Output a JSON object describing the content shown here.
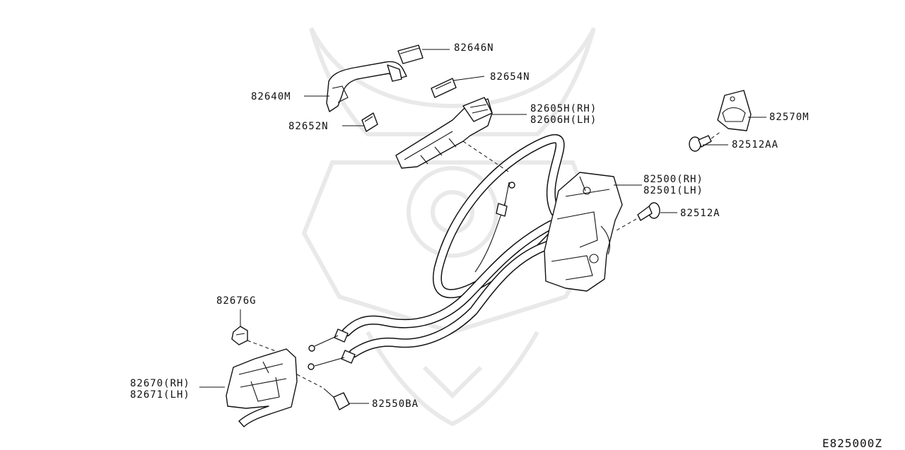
{
  "diagram_code": "E825000Z",
  "parts": [
    {
      "id": "p1",
      "number": "82646N"
    },
    {
      "id": "p2",
      "number": "82654N"
    },
    {
      "id": "p3",
      "number": "82640M"
    },
    {
      "id": "p4",
      "numbers": [
        "82605H(RH)",
        "82606H(LH)"
      ]
    },
    {
      "id": "p5",
      "number": "82652N"
    },
    {
      "id": "p6",
      "number": "82570M"
    },
    {
      "id": "p7",
      "number": "82512AA"
    },
    {
      "id": "p8",
      "numbers": [
        "82500(RH)",
        "82501(LH)"
      ]
    },
    {
      "id": "p9",
      "number": "82512A"
    },
    {
      "id": "p10",
      "number": "82676G"
    },
    {
      "id": "p11",
      "numbers": [
        "82670(RH)",
        "82671(LH)"
      ]
    },
    {
      "id": "p12",
      "number": "82550BA"
    }
  ]
}
